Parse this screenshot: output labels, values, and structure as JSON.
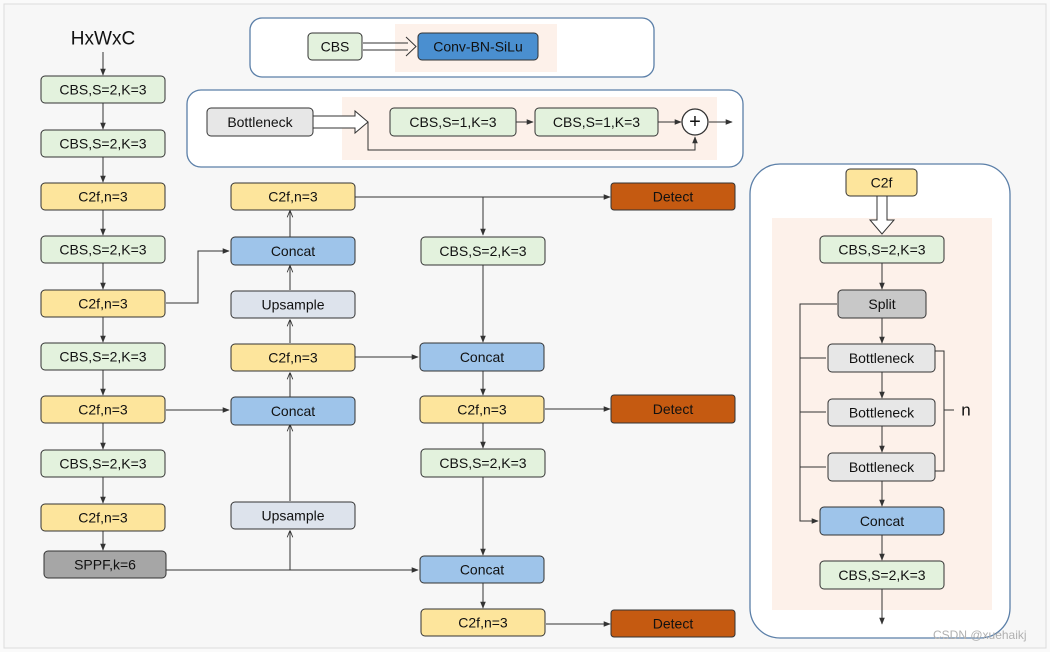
{
  "colors": {
    "cbs": "#e3f2dd",
    "c2f": "#fde59c",
    "concat": "#9ec4ea",
    "upsample": "#dde3ec",
    "detect": "#c55a11",
    "sppf": "#a6a6a6",
    "bottleneck": "#e7e7e7",
    "split": "#c8c8c8",
    "conv": "#4a8fd0"
  },
  "input_label": "HxWxC",
  "legend": {
    "cbs": "CBS",
    "conv": "Conv-BN-SiLu",
    "bottleneck": "Bottleneck",
    "b_cbs1": "CBS,S=1,K=3",
    "b_cbs2": "CBS,S=1,K=3",
    "plus": "+"
  },
  "backbone": {
    "n1": "CBS,S=2,K=3",
    "n2": "CBS,S=2,K=3",
    "n3": "C2f,n=3",
    "n4": "CBS,S=2,K=3",
    "n5": "C2f,n=3",
    "n6": "CBS,S=2,K=3",
    "n7": "C2f,n=3",
    "n8": "CBS,S=2,K=3",
    "n9": "C2f,n=3",
    "n10": "SPPF,k=6"
  },
  "neck": {
    "c2f_top": "C2f,n=3",
    "concat_top": "Concat",
    "upsample_top": "Upsample",
    "c2f_mid": "C2f,n=3",
    "concat_mid": "Concat",
    "upsample_low": "Upsample"
  },
  "head": {
    "cbs1": "CBS,S=2,K=3",
    "concat1": "Concat",
    "c2f1": "C2f,n=3",
    "cbs2": "CBS,S=2,K=3",
    "concat2": "Concat",
    "c2f2": "C2f,n=3",
    "detect1": "Detect",
    "detect2": "Detect",
    "detect3": "Detect"
  },
  "c2f_detail": {
    "title": "C2f",
    "cbs_in": "CBS,S=2,K=3",
    "split": "Split",
    "b1": "Bottleneck",
    "b2": "Bottleneck",
    "b3": "Bottleneck",
    "concat": "Concat",
    "cbs_out": "CBS,S=2,K=3",
    "n_label": "n"
  },
  "watermark": "CSDN @xuehaikj"
}
